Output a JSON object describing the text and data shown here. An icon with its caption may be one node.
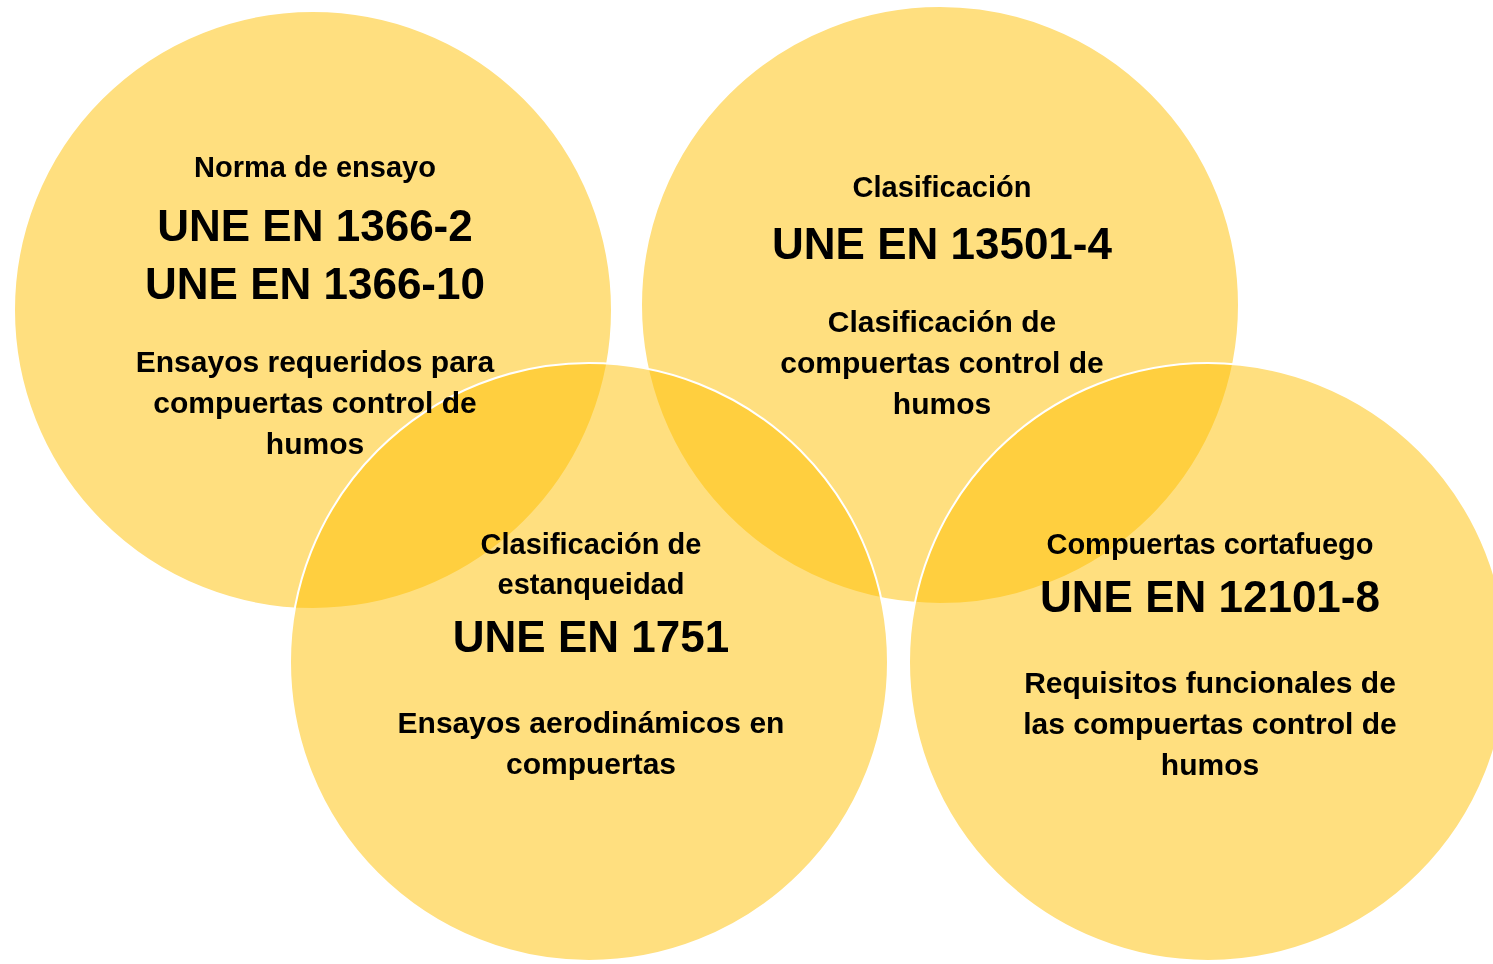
{
  "diagram": {
    "nodes": [
      {
        "text": [
          "Norma de ensayo",
          "UNE EN 1366-2 UNE EN 1366-10",
          "Ensayos requeridos para compuertas control de humos"
        ]
      },
      {
        "text": [
          "Clasificación",
          "UNE EN 13501-4",
          "Clasificación de compuertas control de humos"
        ]
      },
      {
        "text": [
          "Clasificación de estanqueidad",
          "UNE EN 1751",
          "Ensayos aerodinámicos en compuertas"
        ]
      },
      {
        "text": [
          "Compuertas cortafuego",
          "UNE EN 12101-8",
          "Requisitos funcionales de las compuertas control de humos"
        ]
      }
    ]
  }
}
